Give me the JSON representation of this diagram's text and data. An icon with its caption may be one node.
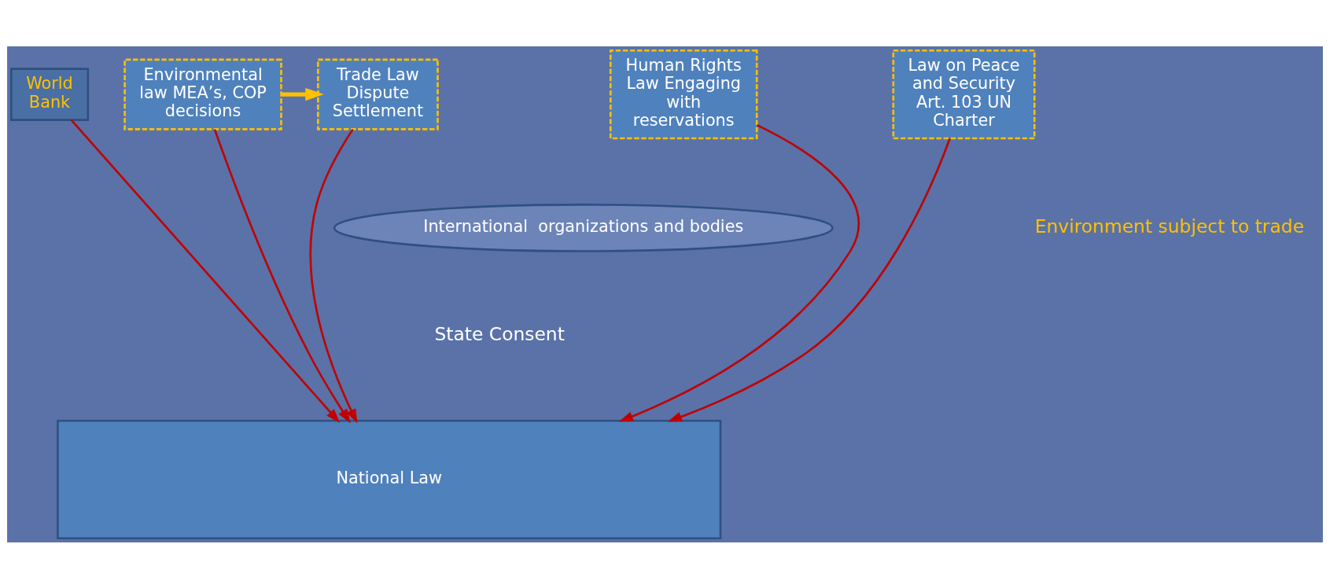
{
  "diagram": {
    "nodes": [
      {
        "text": [
          "World Bank"
        ]
      },
      {
        "text": [
          "Environmental law MEA’s, COP decisions"
        ]
      },
      {
        "text": [
          "Human Rights Law Engaging with reservations"
        ]
      },
      {
        "text": [
          "Law on Peace and Security Art. 103 UN Charter"
        ]
      },
      {
        "text": [
          "Trade Law Dispute Settlement"
        ]
      },
      {
        "text": [
          "International  organizations and bodies"
        ]
      },
      {
        "text": [
          "National Law"
        ]
      }
    ],
    "edges": [
      {
        "from": 0,
        "to": 6,
        "arrow": "to"
      },
      {
        "from": 1,
        "to": 6,
        "arrow": "to"
      },
      {
        "from": 2,
        "to": 6,
        "arrow": "to"
      },
      {
        "from": 3,
        "to": 6,
        "arrow": "to"
      },
      {
        "from": 4,
        "to": 6,
        "arrow": "to"
      },
      {
        "from": 1,
        "to": 4,
        "arrow": "to",
        "style": "thick",
        "color": "#ffc000"
      }
    ],
    "labels": [
      "Environment subject to trade",
      "State Consent"
    ]
  }
}
